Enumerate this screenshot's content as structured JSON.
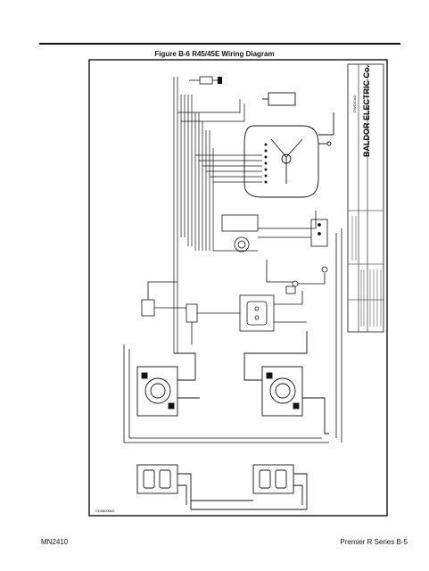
{
  "page": {
    "figure_title": "Figure B-6  R45/45E Wiring Diagram",
    "footer_left": "MN2410",
    "footer_right": "Premier R Series B-5"
  },
  "diagram": {
    "company": "BALDOR ELECTRIC Co.",
    "drawing_number": "DWG/CAD",
    "corner_label": "CD0600WD"
  }
}
